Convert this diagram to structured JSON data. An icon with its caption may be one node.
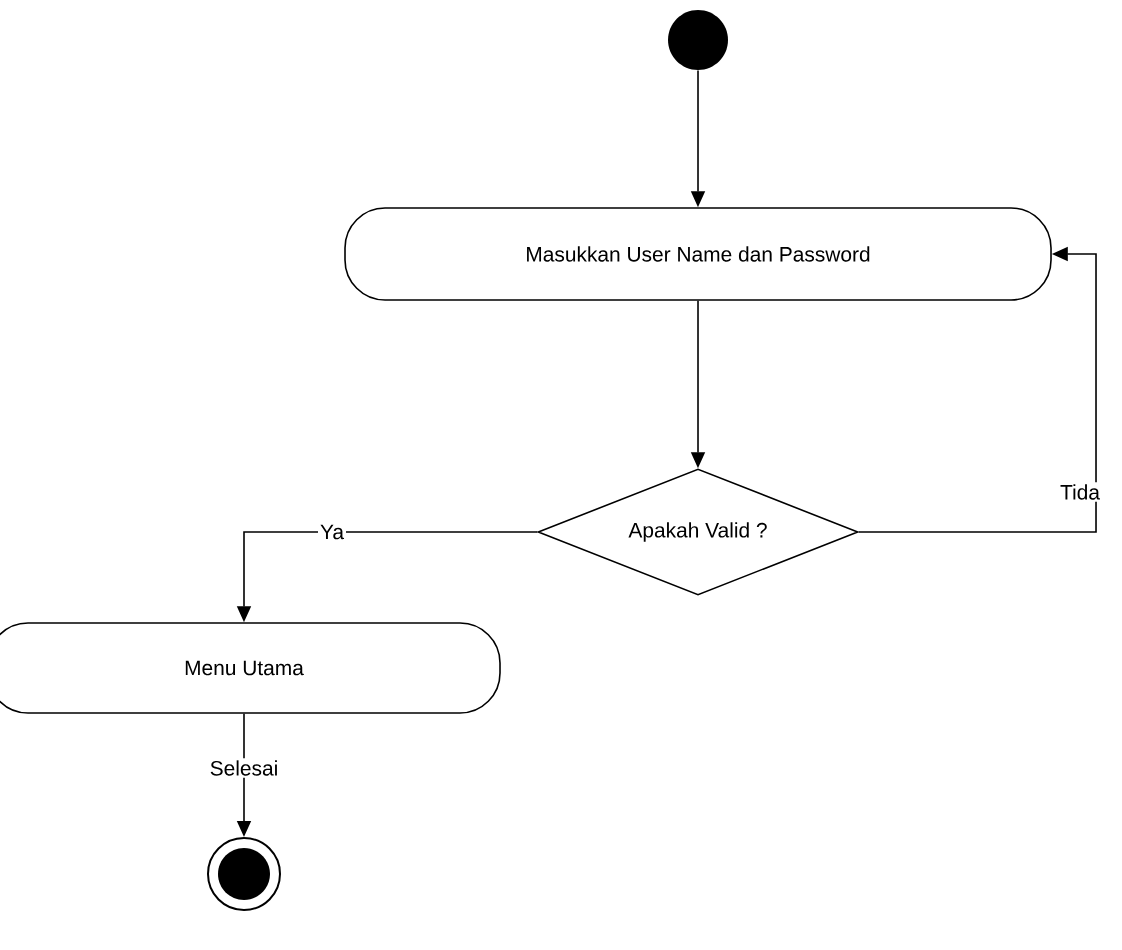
{
  "diagram": {
    "nodes": [
      {
        "text": [],
        "shape": "circle"
      },
      {
        "text": [
          "Masukkan User Name dan Password"
        ]
      },
      {
        "text": [
          "Apakah Valid ?"
        ]
      },
      {
        "text": [
          "Menu Utama"
        ]
      },
      {
        "text": [],
        "shape": "circle"
      }
    ],
    "edges": [
      {
        "from": 0,
        "to": 1,
        "arrow": "to"
      },
      {
        "from": 1,
        "to": 2,
        "arrow": "to"
      },
      {
        "from": 2,
        "to": 1,
        "arrow": "to",
        "label": "Tida"
      },
      {
        "from": 2,
        "to": 3,
        "arrow": "to",
        "label": "Ya"
      },
      {
        "from": 3,
        "to": 4,
        "arrow": "to",
        "label": "Selesai"
      }
    ]
  }
}
